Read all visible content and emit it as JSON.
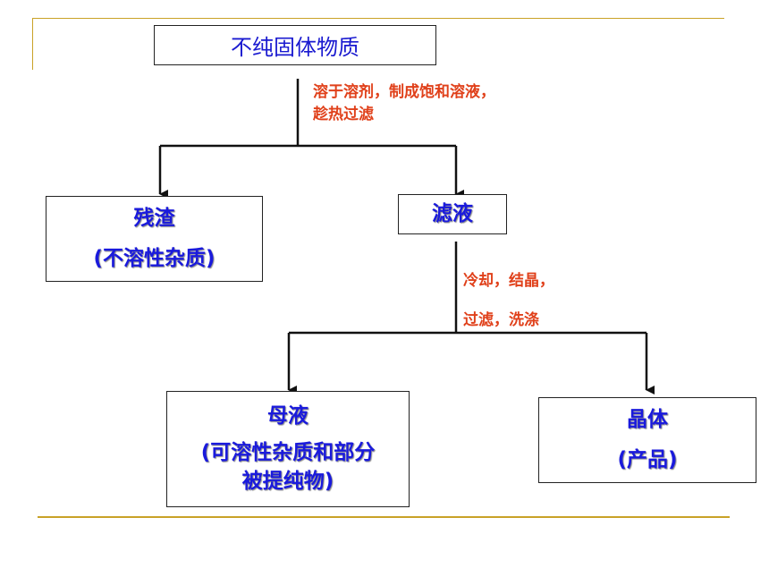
{
  "nodes": {
    "root": "不纯固体物质",
    "residue": {
      "line1": "残渣",
      "line2": "(不溶性杂质)"
    },
    "filtrate": "滤液",
    "mother_liquor": {
      "line1": "母液",
      "line2": "(可溶性杂质和部分",
      "line3": "被提纯物)"
    },
    "crystal": {
      "line1": "晶体",
      "line2": "(产品)"
    }
  },
  "steps": {
    "step1": {
      "line1": "溶于溶剂，制成饱和溶液，",
      "line2": "趁热过滤"
    },
    "step2": {
      "line1": "冷却，结晶，",
      "line2": "过滤，洗涤"
    }
  },
  "colors": {
    "node_text": "#1a1adc",
    "step_text": "#e0401a",
    "accent_line": "#c9a227"
  }
}
